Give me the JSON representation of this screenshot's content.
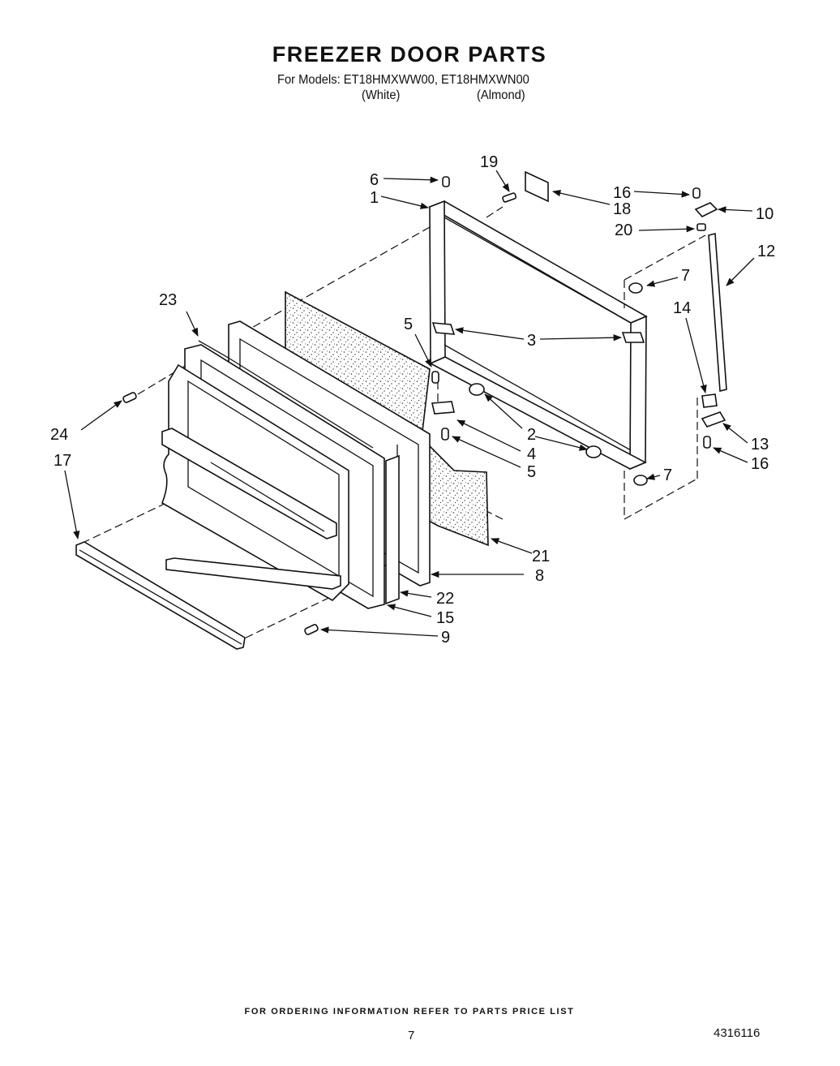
{
  "title": "FREEZER DOOR PARTS",
  "models_line": "For Models: ET18HMXWW00, ET18HMXWN00",
  "variants": {
    "white": "(White)",
    "almond": "(Almond)"
  },
  "callouts": {
    "c1": "1",
    "c2": "2",
    "c3": "3",
    "c4": "4",
    "c5a": "5",
    "c5b": "5",
    "c6": "6",
    "c7a": "7",
    "c7b": "7",
    "c8": "8",
    "c9": "9",
    "c10": "10",
    "c12": "12",
    "c13": "13",
    "c14": "14",
    "c15": "15",
    "c16a": "16",
    "c16b": "16",
    "c17": "17",
    "c18": "18",
    "c19": "19",
    "c20": "20",
    "c21": "21",
    "c22": "22",
    "c23": "23",
    "c24": "24"
  },
  "footer": {
    "ordering_note": "FOR ORDERING INFORMATION REFER TO PARTS PRICE LIST",
    "page_number": "7",
    "doc_number": "4316116"
  }
}
